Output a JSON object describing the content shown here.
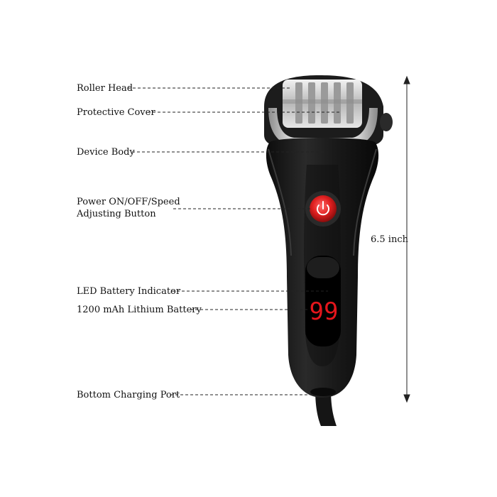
{
  "labels": {
    "roller_head": "Roller Head",
    "protective_cover": "Protective Cover",
    "device_body": "Device Body",
    "power_button_line1": "Power ON/OFF/Speed",
    "power_button_line2": "Adjusting Button",
    "led_battery_indicator": "LED Battery Indicator",
    "lithium_battery": "1200 mAh Lithium Battery",
    "charging_port": "Bottom Charging Port"
  },
  "dimension": {
    "height_label": "6.5 inch"
  },
  "display": {
    "digits": "99"
  },
  "colors": {
    "body": "#1a1a1a",
    "accent": "#e02020",
    "display_digits": "#e4161c",
    "chrome": "#cfcfcf"
  },
  "icons": {
    "power": "power-icon"
  }
}
